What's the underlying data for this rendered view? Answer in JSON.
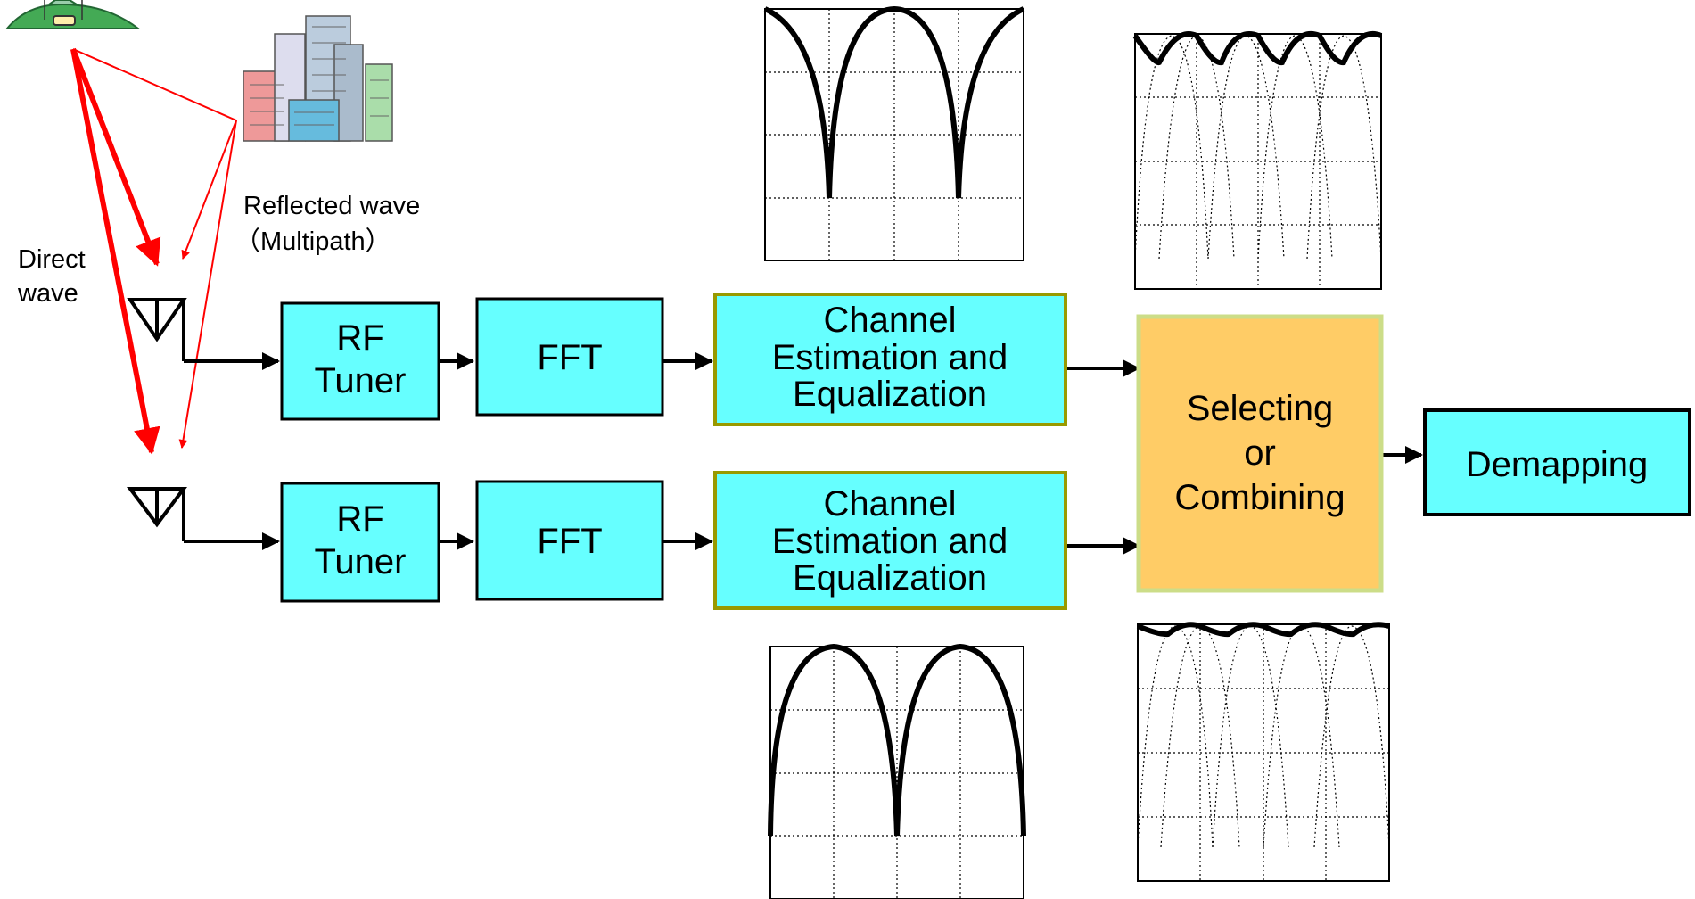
{
  "labels": {
    "direct_wave_line1": "Direct",
    "direct_wave_line2": "wave",
    "reflected_wave_line1": "Reflected wave",
    "reflected_wave_line2": "（Multipath）"
  },
  "blocks": {
    "rf_tuner_1": [
      "RF",
      "Tuner"
    ],
    "fft_1": "FFT",
    "channel_est_1": [
      "Channel",
      "Estimation and",
      "Equalization"
    ],
    "rf_tuner_2": [
      "RF",
      "Tuner"
    ],
    "fft_2": "FFT",
    "channel_est_2": [
      "Channel",
      "Estimation and",
      "Equalization"
    ],
    "selecting": [
      "Selecting",
      "or",
      "Combining"
    ],
    "demapping": "Demapping"
  },
  "icons": {
    "transmitter": "broadcast-tower-icon",
    "buildings": "city-buildings-icon",
    "antenna_1": "antenna-icon",
    "antenna_2": "antenna-icon"
  },
  "colors": {
    "block_fill": "#66ffff",
    "equalizer_border": "#999900",
    "combiner_fill": "#ffcc66",
    "combiner_border": "#ccdd88",
    "signal_path": "#ff0000",
    "connector": "#000000"
  },
  "spectrum_plots": {
    "upper_left_nulls": 2,
    "upper_right_subcarrier_arcs": 5,
    "lower_left_nulls": 1,
    "lower_right_subcarrier_arcs": 5
  }
}
